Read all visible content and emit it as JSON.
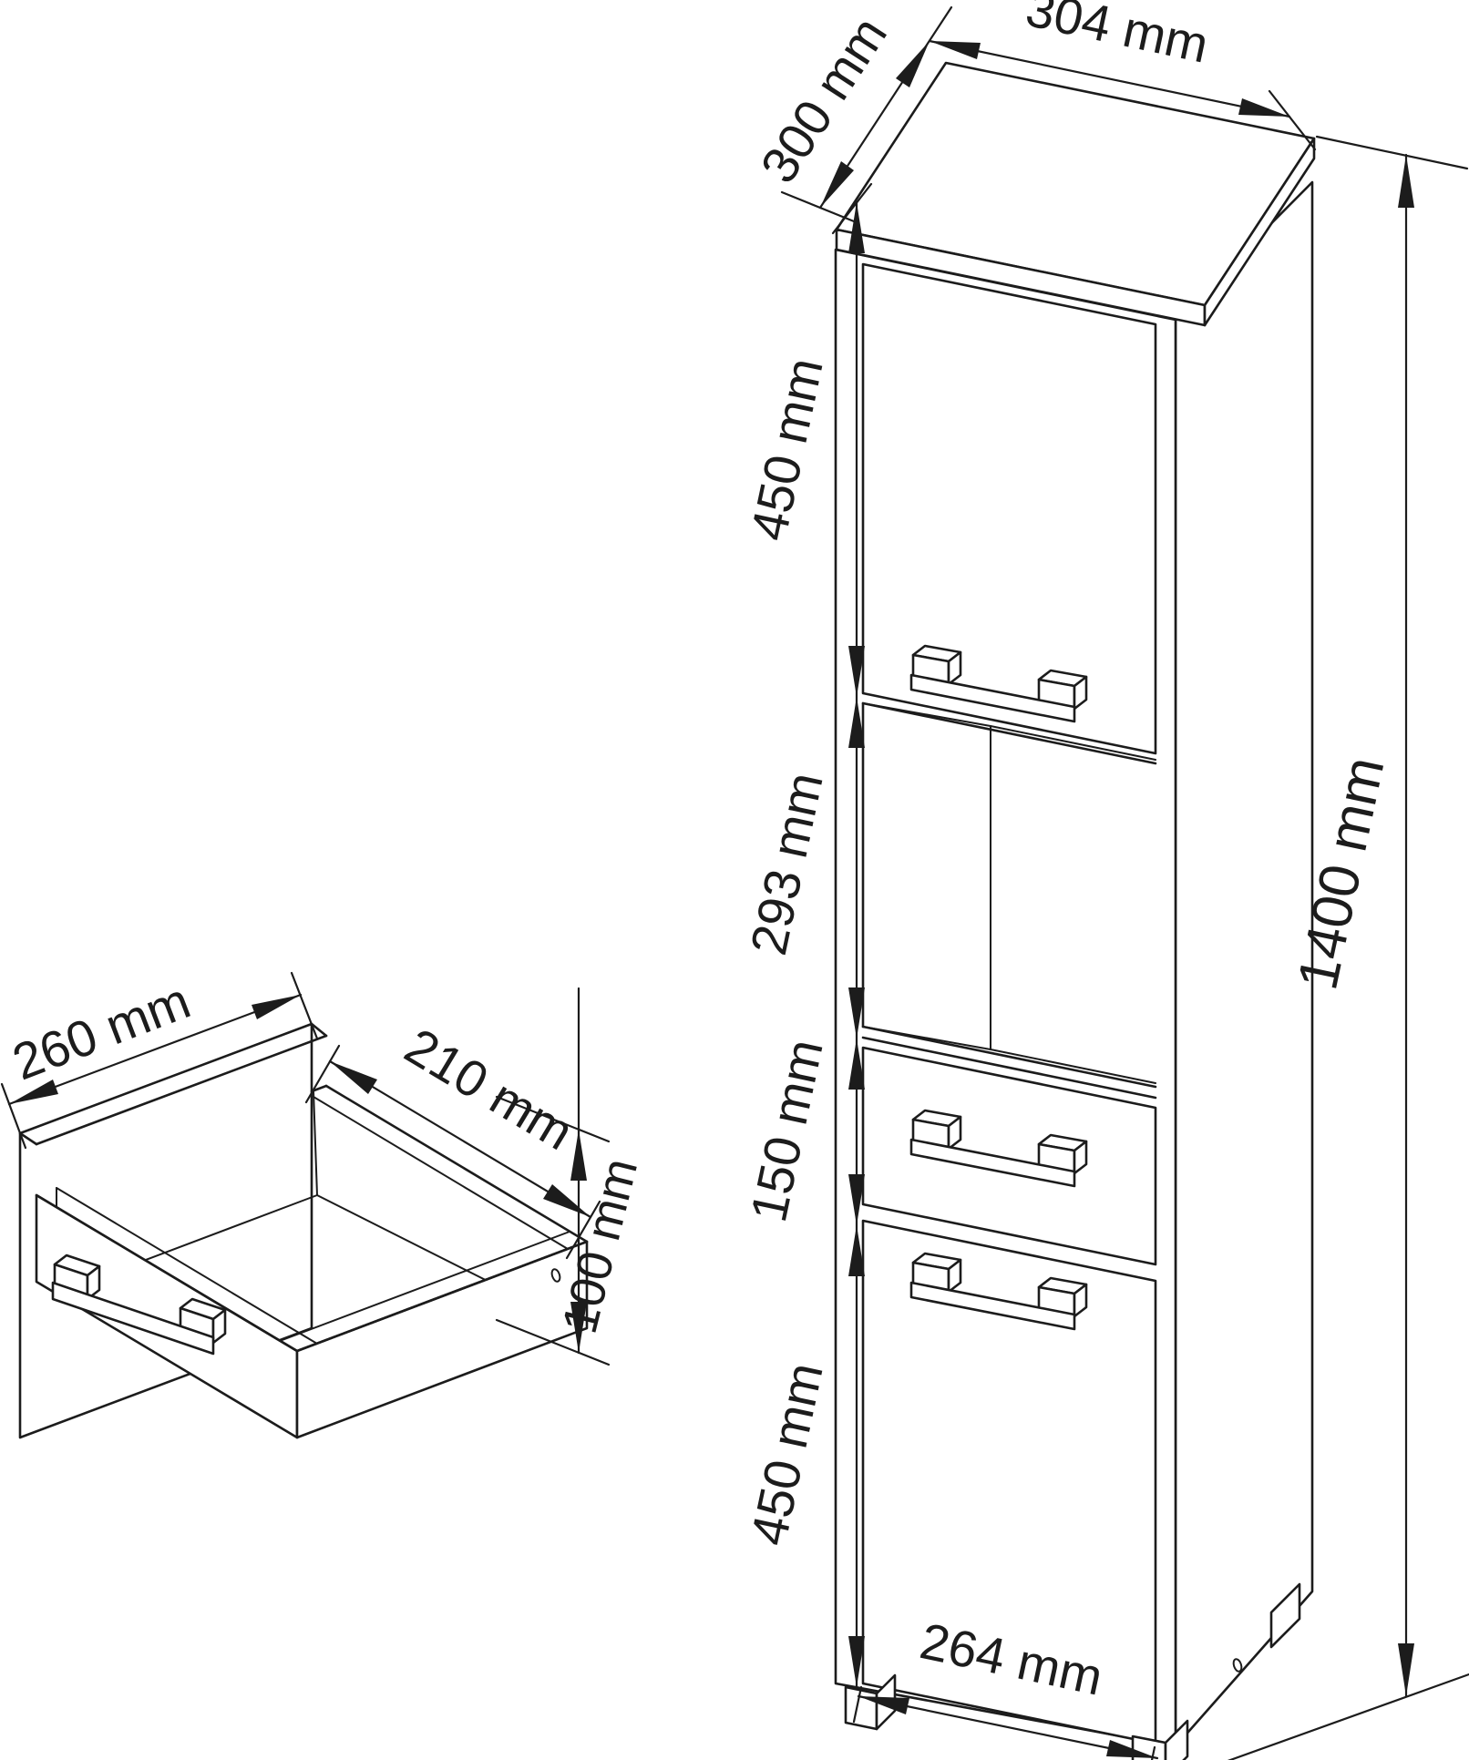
{
  "drawing": {
    "background": "#ffffff",
    "line_color": "#1c1c1c",
    "kind": "furniture-dimension-diagram"
  },
  "cabinet_view": {
    "top_depth": "300 mm",
    "top_width": "304 mm",
    "overall_height": "1400 mm",
    "sections": [
      "450 mm",
      "293 mm",
      "150 mm",
      "450 mm"
    ],
    "door_width": "264 mm"
  },
  "drawer_view": {
    "width": "260 mm",
    "depth": "210 mm",
    "height": "100 mm"
  }
}
